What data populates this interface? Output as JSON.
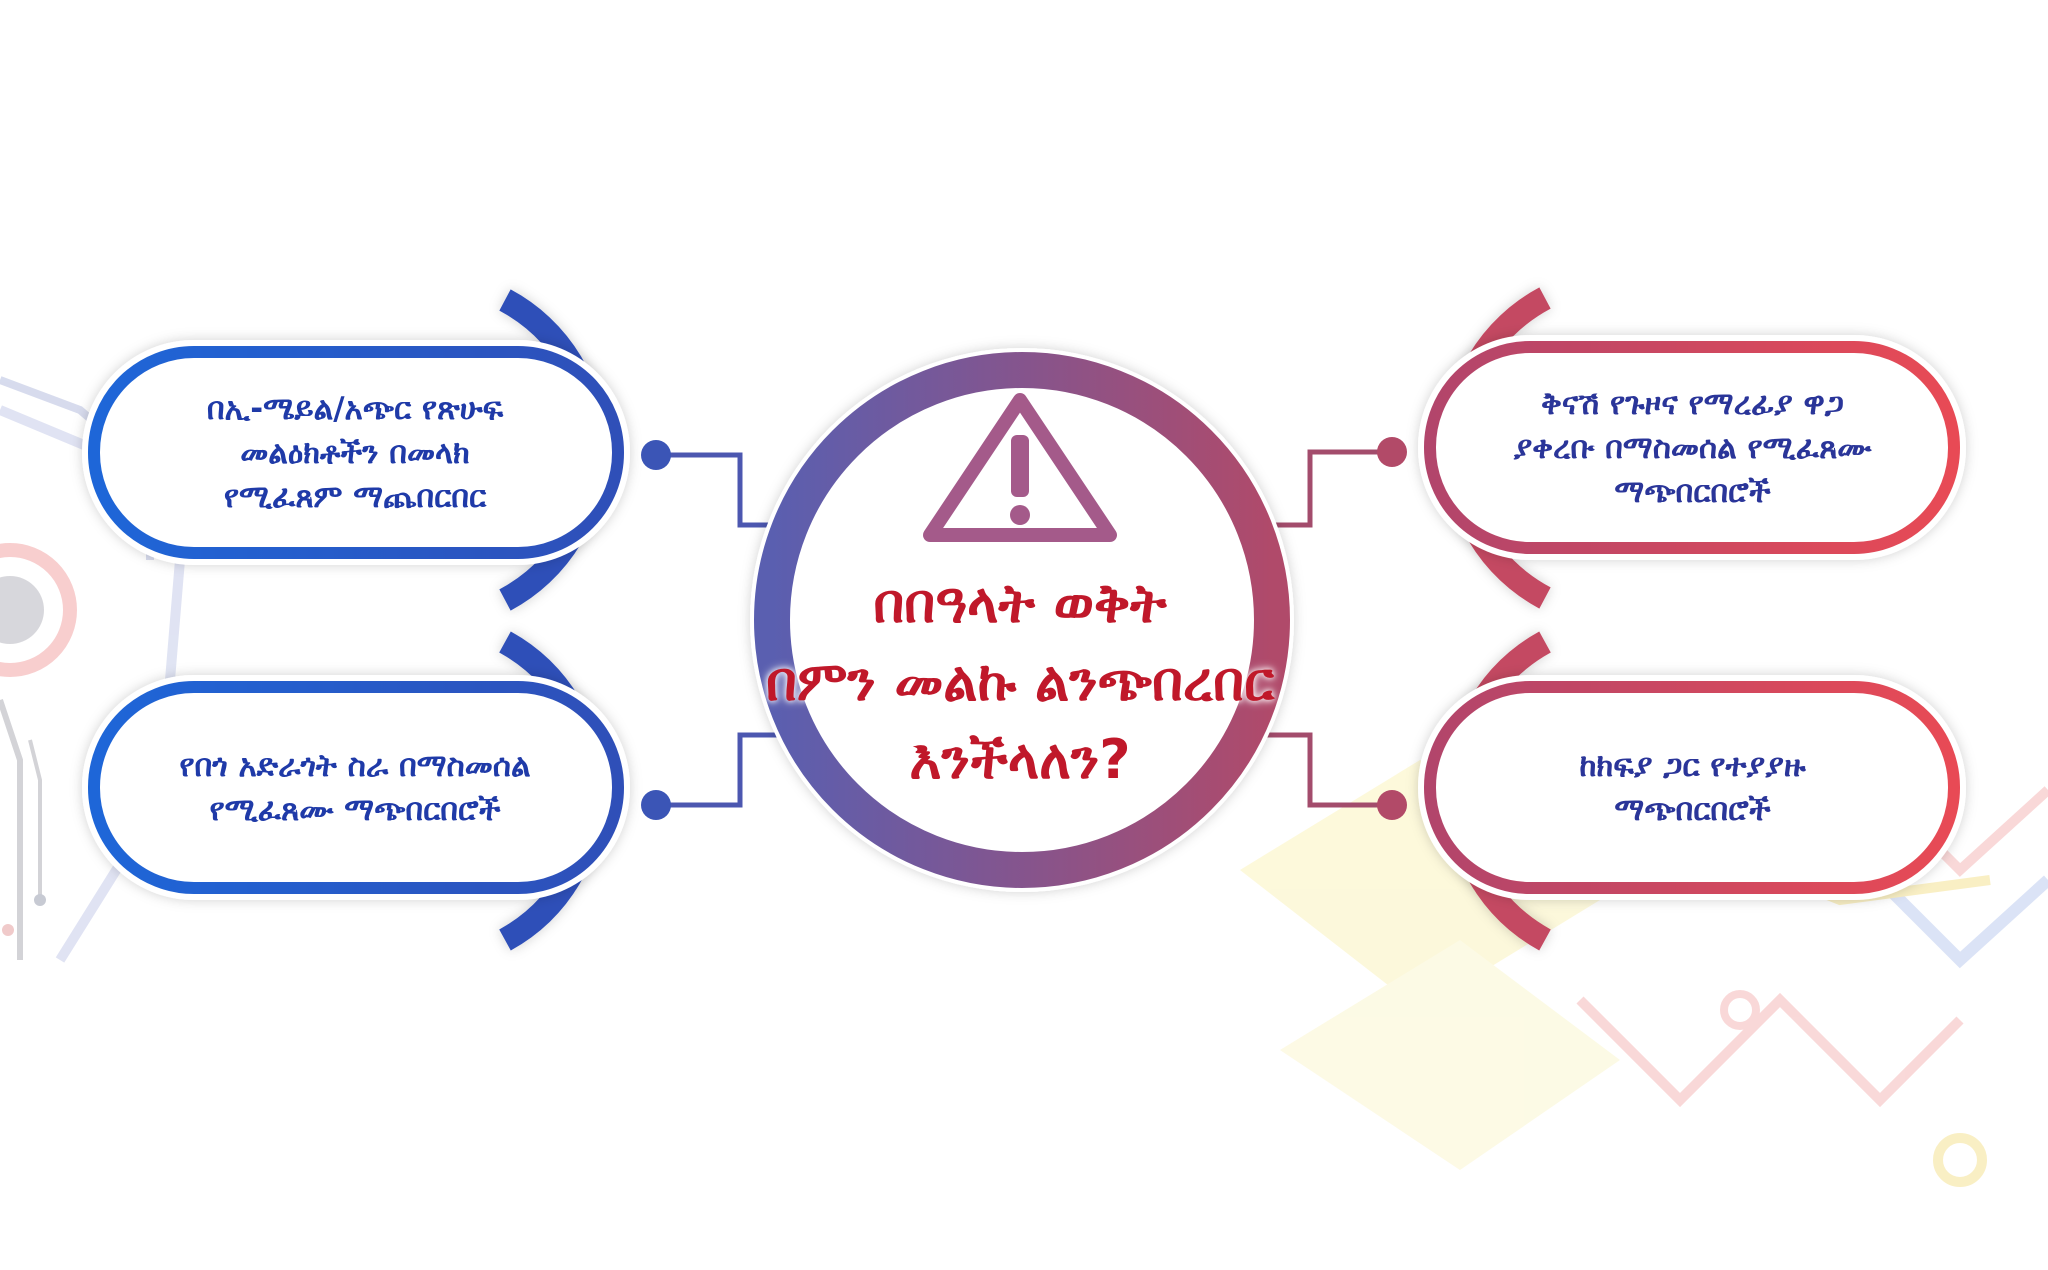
{
  "center": {
    "title_lines": [
      "በበዓላት ወቅት",
      "በምን መልኩ ልንጭበረበር",
      "እንችላለን?"
    ],
    "icon": "warning-triangle-icon"
  },
  "items": {
    "top_left": [
      "በኢ-ሜይል/አጭር የጽሁፍ",
      "መልዕክቶችን በመላክ",
      "የሚፈጸም ማጨበርበር"
    ],
    "bottom_left": [
      "የበጎ አድራጎት ስራ በማስመሰል",
      "የሚፈጸሙ ማጭበርበሮች"
    ],
    "top_right": [
      "ቅናሽ የጉዞና የማረፊያ ዋጋ",
      "ያቀረቡ በማስመሰል የሚፈጸሙ",
      "ማጭበርበሮች"
    ],
    "bottom_right": [
      "ከክፍያ ጋር የተያያዙ",
      "ማጭበርበሮች"
    ]
  },
  "colors": {
    "blue": "#2167d6",
    "purple": "#6b55a8",
    "red": "#d64255",
    "title_red": "#c0182a"
  }
}
